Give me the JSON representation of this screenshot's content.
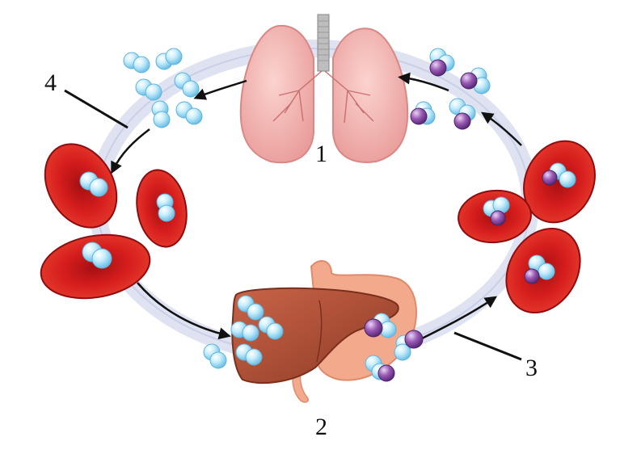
{
  "labels": {
    "one": "1",
    "two": "2",
    "three": "3",
    "four": "4"
  },
  "colors": {
    "loop": "#d7dcee",
    "lung": "#f4b8b5",
    "lung_dark": "#e48f8f",
    "rbc": "#d61d1d",
    "rbc_dark": "#9e0d10",
    "liver": "#b85438",
    "stomach": "#f2a287",
    "o2": "#bfe9fb",
    "co2": "#9b5bb5"
  },
  "icons": [
    "lungs-icon",
    "liver-icon",
    "stomach-icon",
    "red-blood-cell-icon",
    "oxygen-molecule-icon",
    "carbon-dioxide-molecule-icon",
    "arrow-icon"
  ]
}
